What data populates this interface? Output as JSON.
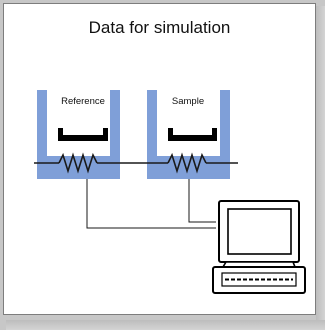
{
  "title": "Data for simulation",
  "cells": [
    {
      "label": "Reference"
    },
    {
      "label": "Sample"
    }
  ],
  "colors": {
    "cell_wall": "#7f9fd8",
    "pan": "#000000",
    "wire": "#1a1a1a",
    "background": "#ffffff"
  },
  "icons": [
    "resistor-icon",
    "computer-icon",
    "keyboard-icon"
  ]
}
